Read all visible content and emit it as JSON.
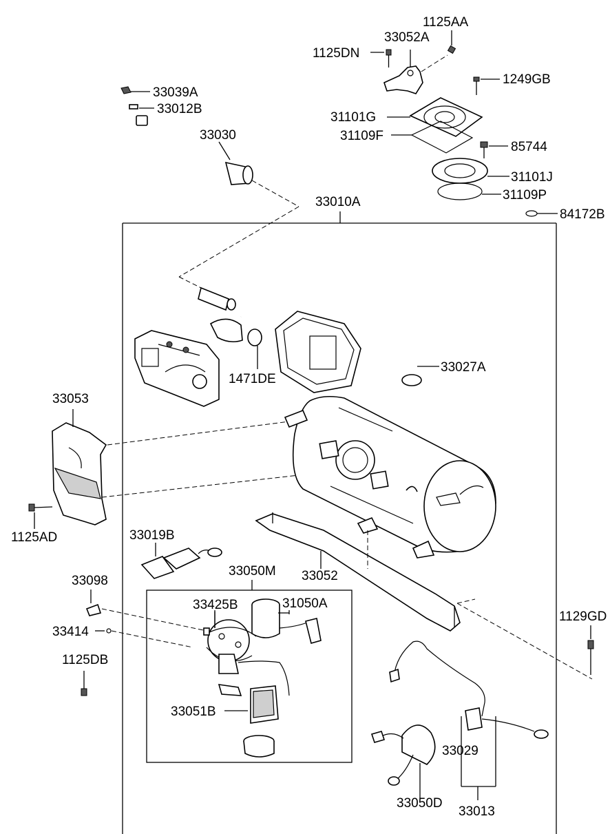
{
  "parts": {
    "p1125AA": "1125AA",
    "p33052A": "33052A",
    "p1125DN": "1125DN",
    "p1249GB": "1249GB",
    "p31101G": "31101G",
    "p31109F": "31109F",
    "p85744": "85744",
    "p31101J": "31101J",
    "p31109P": "31109P",
    "p84172B": "84172B",
    "p33039A": "33039A",
    "p33012B": "33012B",
    "p33030": "33030",
    "p33010A": "33010A",
    "p33027A": "33027A",
    "p1471DE": "1471DE",
    "p33053": "33053",
    "p1125AD": "1125AD",
    "p33019B": "33019B",
    "p33050M": "33050M",
    "p33052": "33052",
    "p33098": "33098",
    "p33425B": "33425B",
    "p31050A": "31050A",
    "p33414": "33414",
    "p1125DB": "1125DB",
    "p1129GD": "1129GD",
    "p33051B": "33051B",
    "p33029": "33029",
    "p33050D": "33050D",
    "p33013": "33013"
  }
}
